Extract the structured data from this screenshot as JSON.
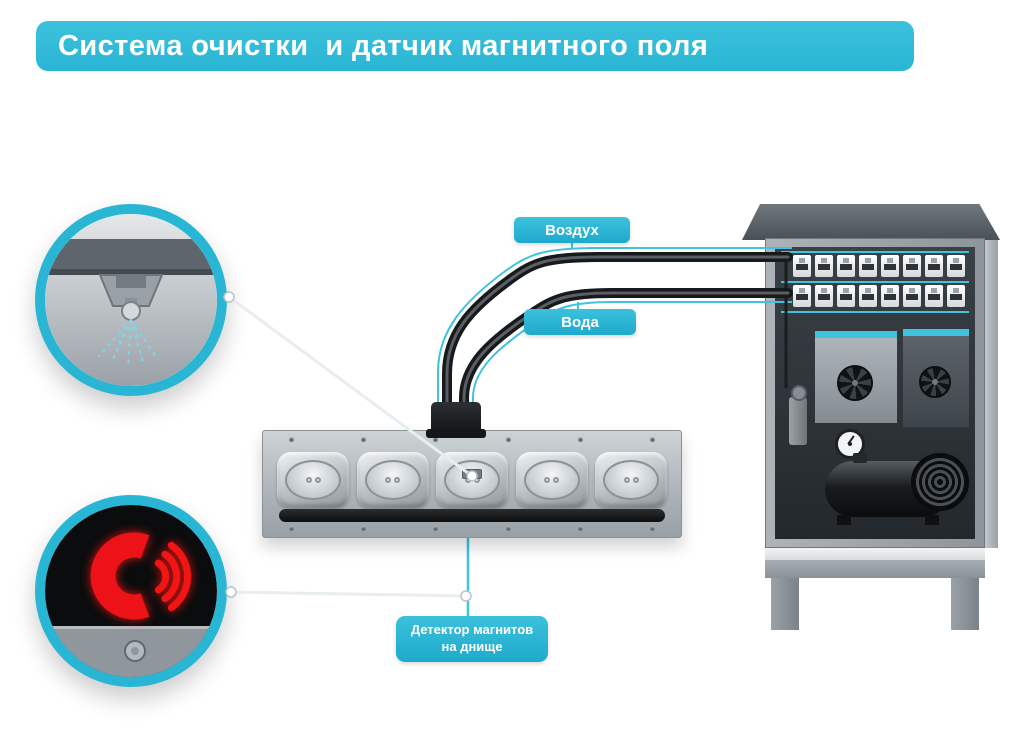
{
  "title": "Система очистки  и датчик магнитного поля",
  "callouts": {
    "air": "Воздух",
    "water": "Вода",
    "detector": "Детектор магнитов\nна днище"
  },
  "colors": {
    "accent_teal": "#29b6d5",
    "line_cyan": "#3fc3de",
    "magnet_red": "#ed1218",
    "tube_black": "#17191a"
  },
  "icons": {
    "spray_nozzle": "spray-nozzle-icon (svg spray fan)",
    "magnet": "magnet-icon (red horseshoe C shape)",
    "signal_waves": "signal-waves-icon (red arcs)",
    "fan": "fan-icon (conic blades circle)",
    "pressure_gauge": "pressure-gauge-icon (dial with needle)"
  }
}
